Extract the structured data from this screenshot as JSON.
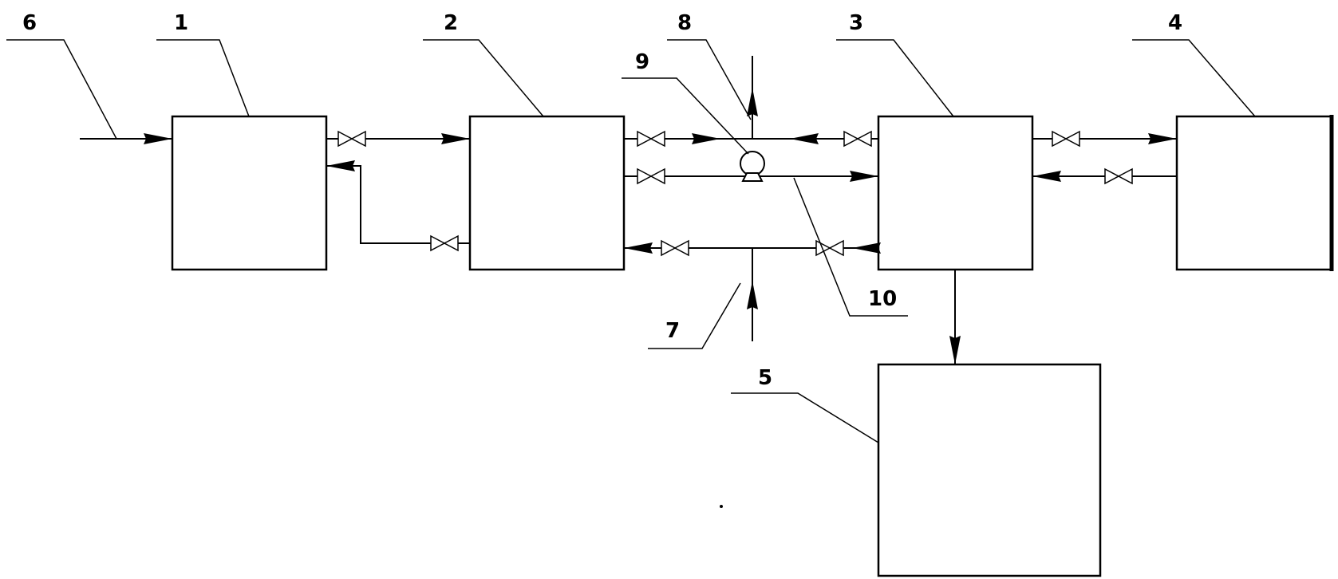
{
  "labels": {
    "unit1": "1",
    "unit2": "2",
    "unit3": "3",
    "unit4": "4",
    "unit5": "5",
    "inlet6": "6",
    "inlet7": "7",
    "outlet8": "8",
    "pump9": "9",
    "pipe10": "10"
  }
}
